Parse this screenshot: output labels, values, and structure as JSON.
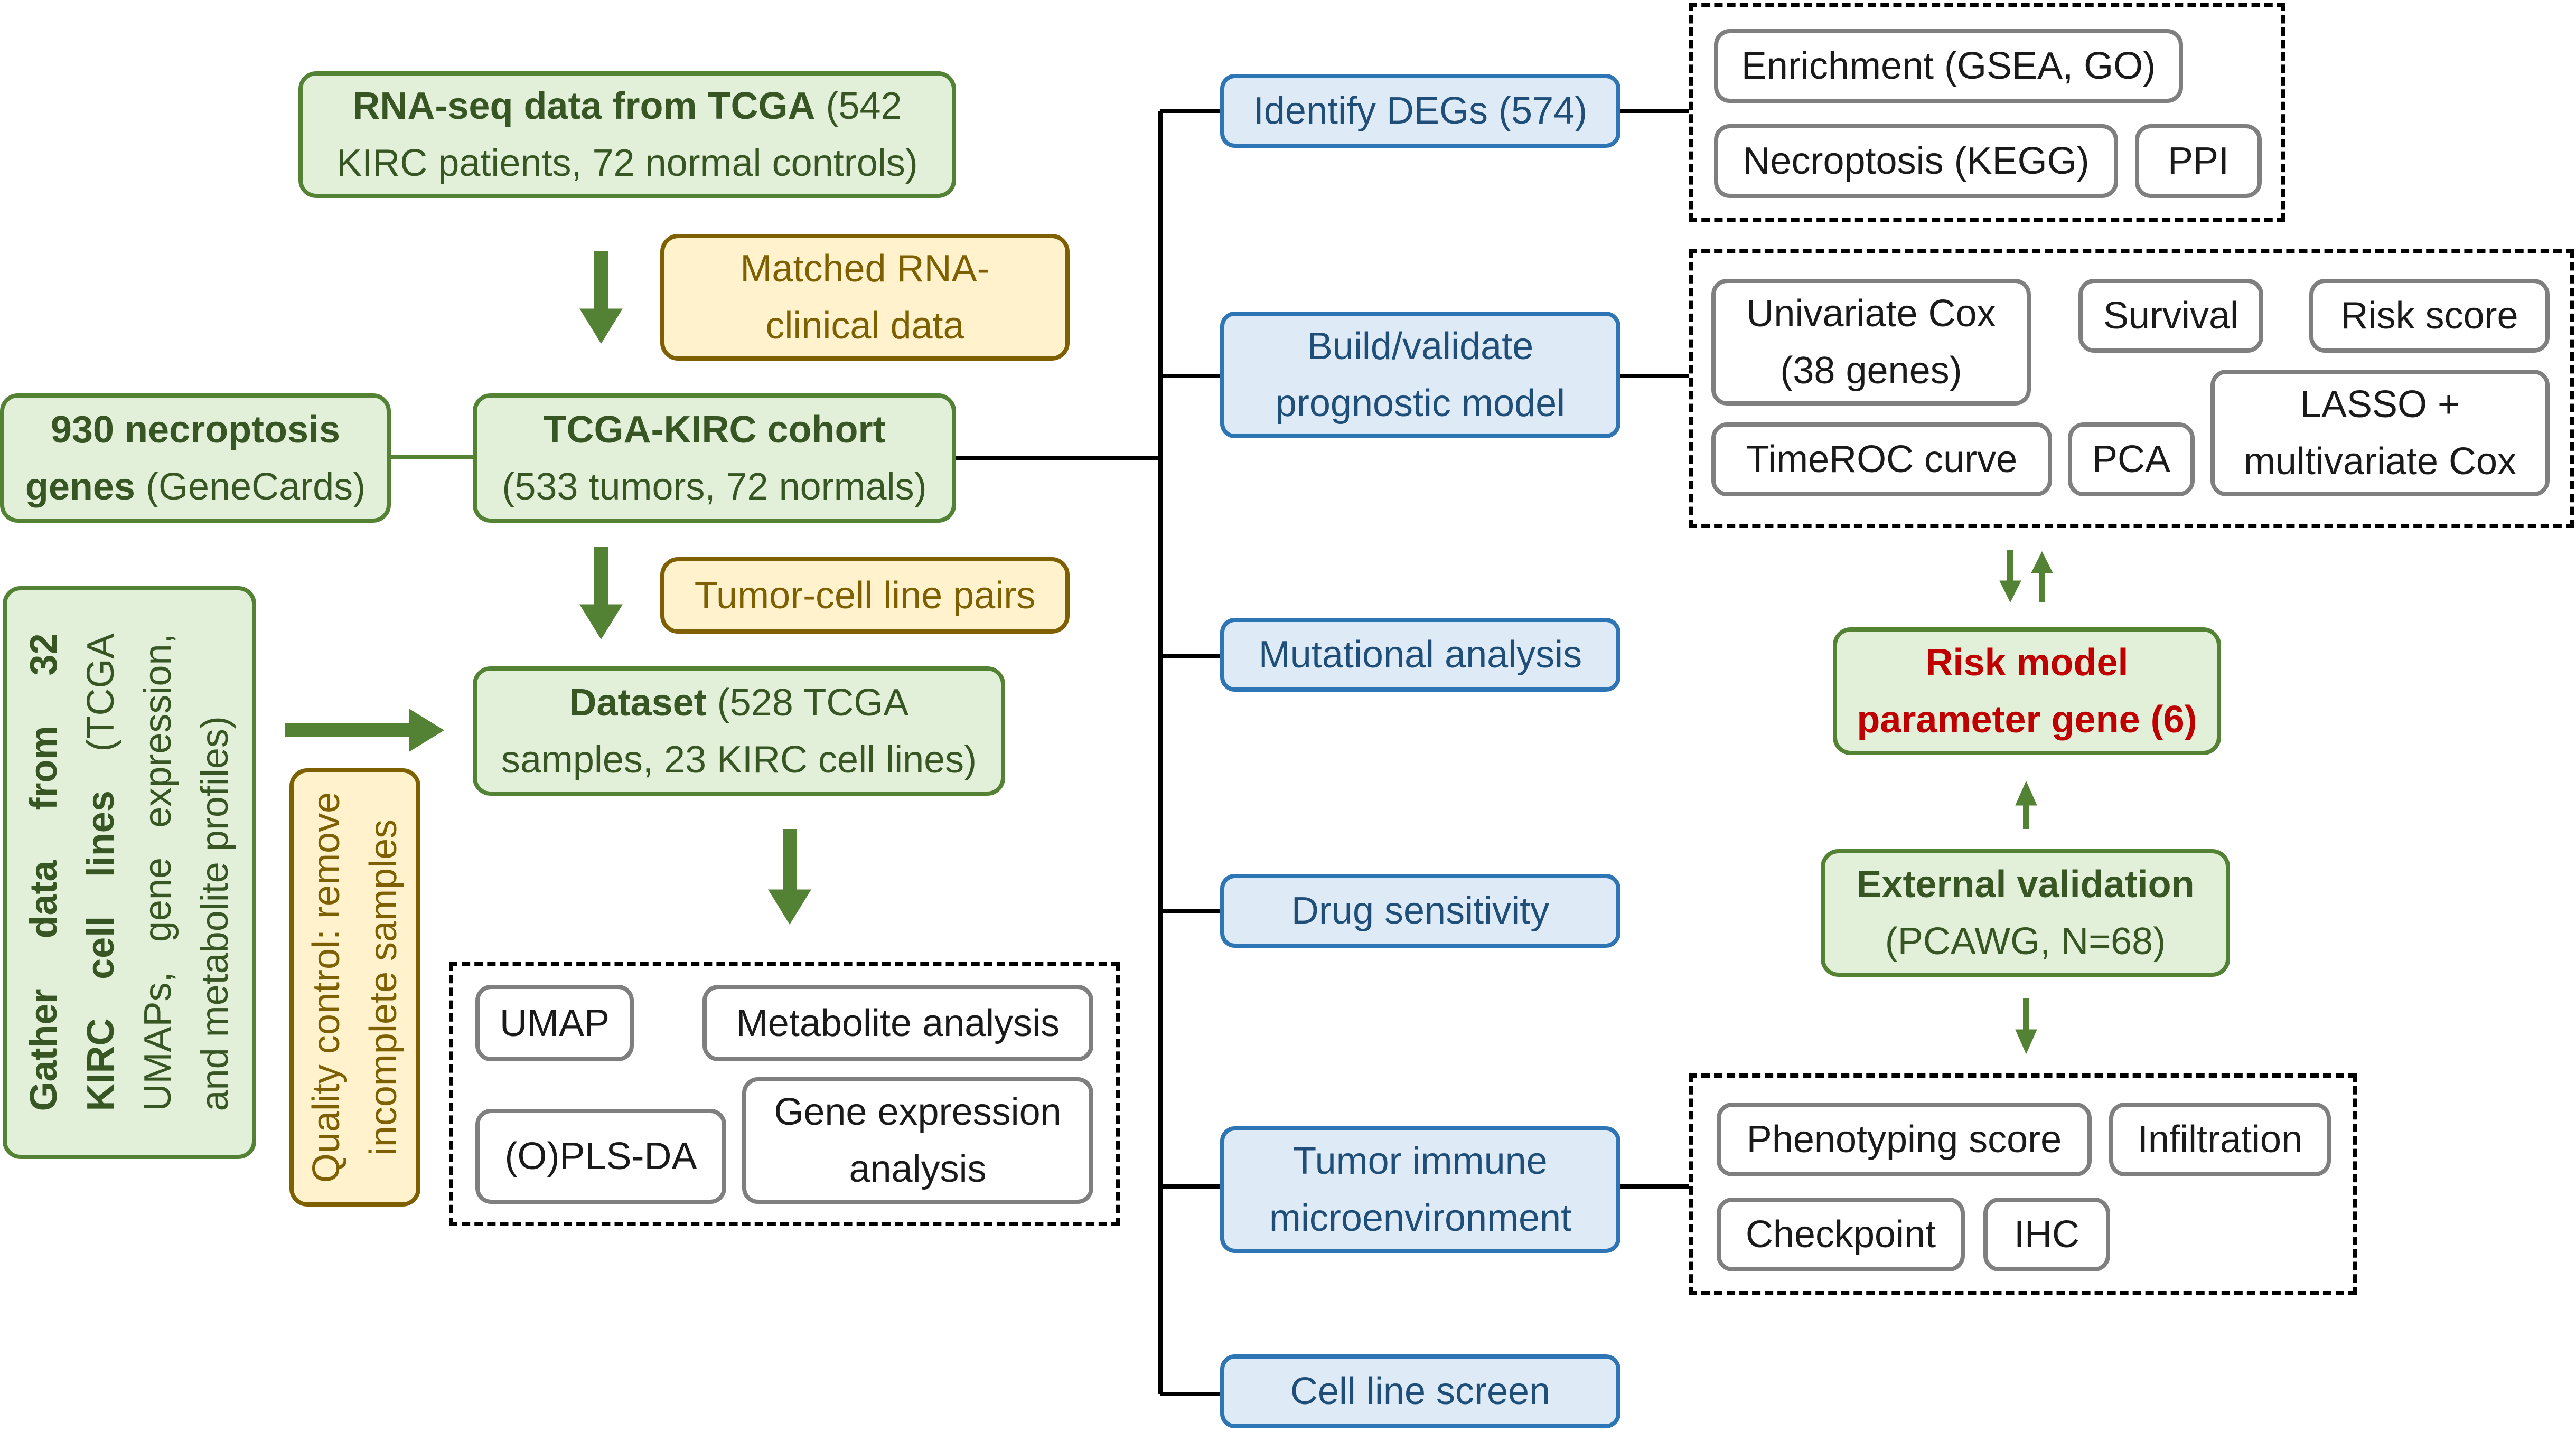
{
  "left": {
    "rnaseq": {
      "bold": "RNA-seq data from TCGA",
      "rest1": " (542",
      "line2": "KIRC patients, 72 normal controls)"
    },
    "matched": {
      "line1": "Matched RNA-",
      "line2": "clinical data"
    },
    "genes": {
      "line1": "930 necroptosis",
      "line2_bold": "genes",
      "line2_rest": " (GeneCards)"
    },
    "cohort": {
      "bold": "TCGA-KIRC cohort",
      "line2": "(533 tumors, 72 normals)"
    },
    "pairs": "Tumor-cell line pairs",
    "gather": {
      "line1": "Gather data from 32",
      "line2_bold": "KIRC cell lines",
      "line2_rest": " (TCGA",
      "line3": "UMAPs, gene expression,",
      "line4": "and metabolite profiles)"
    },
    "dataset": {
      "bold": "Dataset",
      "rest1": " (528 TCGA",
      "line2": "samples, 23 KIRC cell lines)"
    },
    "qc": {
      "line1": "Quality control: remove",
      "line2": "incomplete samples"
    },
    "analysis": {
      "umap": "UMAP",
      "metabolite": "Metabolite analysis",
      "opls": "(O)PLS-DA",
      "gene_expr_1": "Gene expression",
      "gene_expr_2": "analysis"
    }
  },
  "middle": {
    "degs": "Identify DEGs (574)",
    "build_1": "Build/validate",
    "build_2": "prognostic model",
    "mutational": "Mutational analysis",
    "drug": "Drug sensitivity",
    "tme_1": "Tumor immune",
    "tme_2": "microenvironment",
    "cellscreen": "Cell line screen"
  },
  "right": {
    "enrichment": "Enrichment (GSEA, GO)",
    "necroptosis": "Necroptosis (KEGG)",
    "ppi": "PPI",
    "univariate_1": "Univariate Cox",
    "univariate_2": "(38 genes)",
    "survival": "Survival",
    "riskscore": "Risk score",
    "timeroc": "TimeROC curve",
    "pca": "PCA",
    "lasso_1": "LASSO +",
    "lasso_2": "multivariate Cox",
    "riskmodel_1": "Risk model",
    "riskmodel_2": "parameter gene (6)",
    "extval_1": "External validation",
    "extval_2": "(PCAWG, N=68)",
    "phenotyping": "Phenotyping score",
    "infiltration": "Infiltration",
    "checkpoint": "Checkpoint",
    "ihc": "IHC"
  },
  "colors": {
    "green_fill": "#e2efd9",
    "green_border": "#548235",
    "green_text": "#375623",
    "yellow_fill": "#fff2cc",
    "yellow_border": "#7f6000",
    "blue_fill": "#deebf7",
    "blue_border": "#2e75b6",
    "blue_text": "#1f4e79",
    "grey_border": "#7f7f7f",
    "red_text": "#c00000",
    "arrow": "#548235"
  }
}
